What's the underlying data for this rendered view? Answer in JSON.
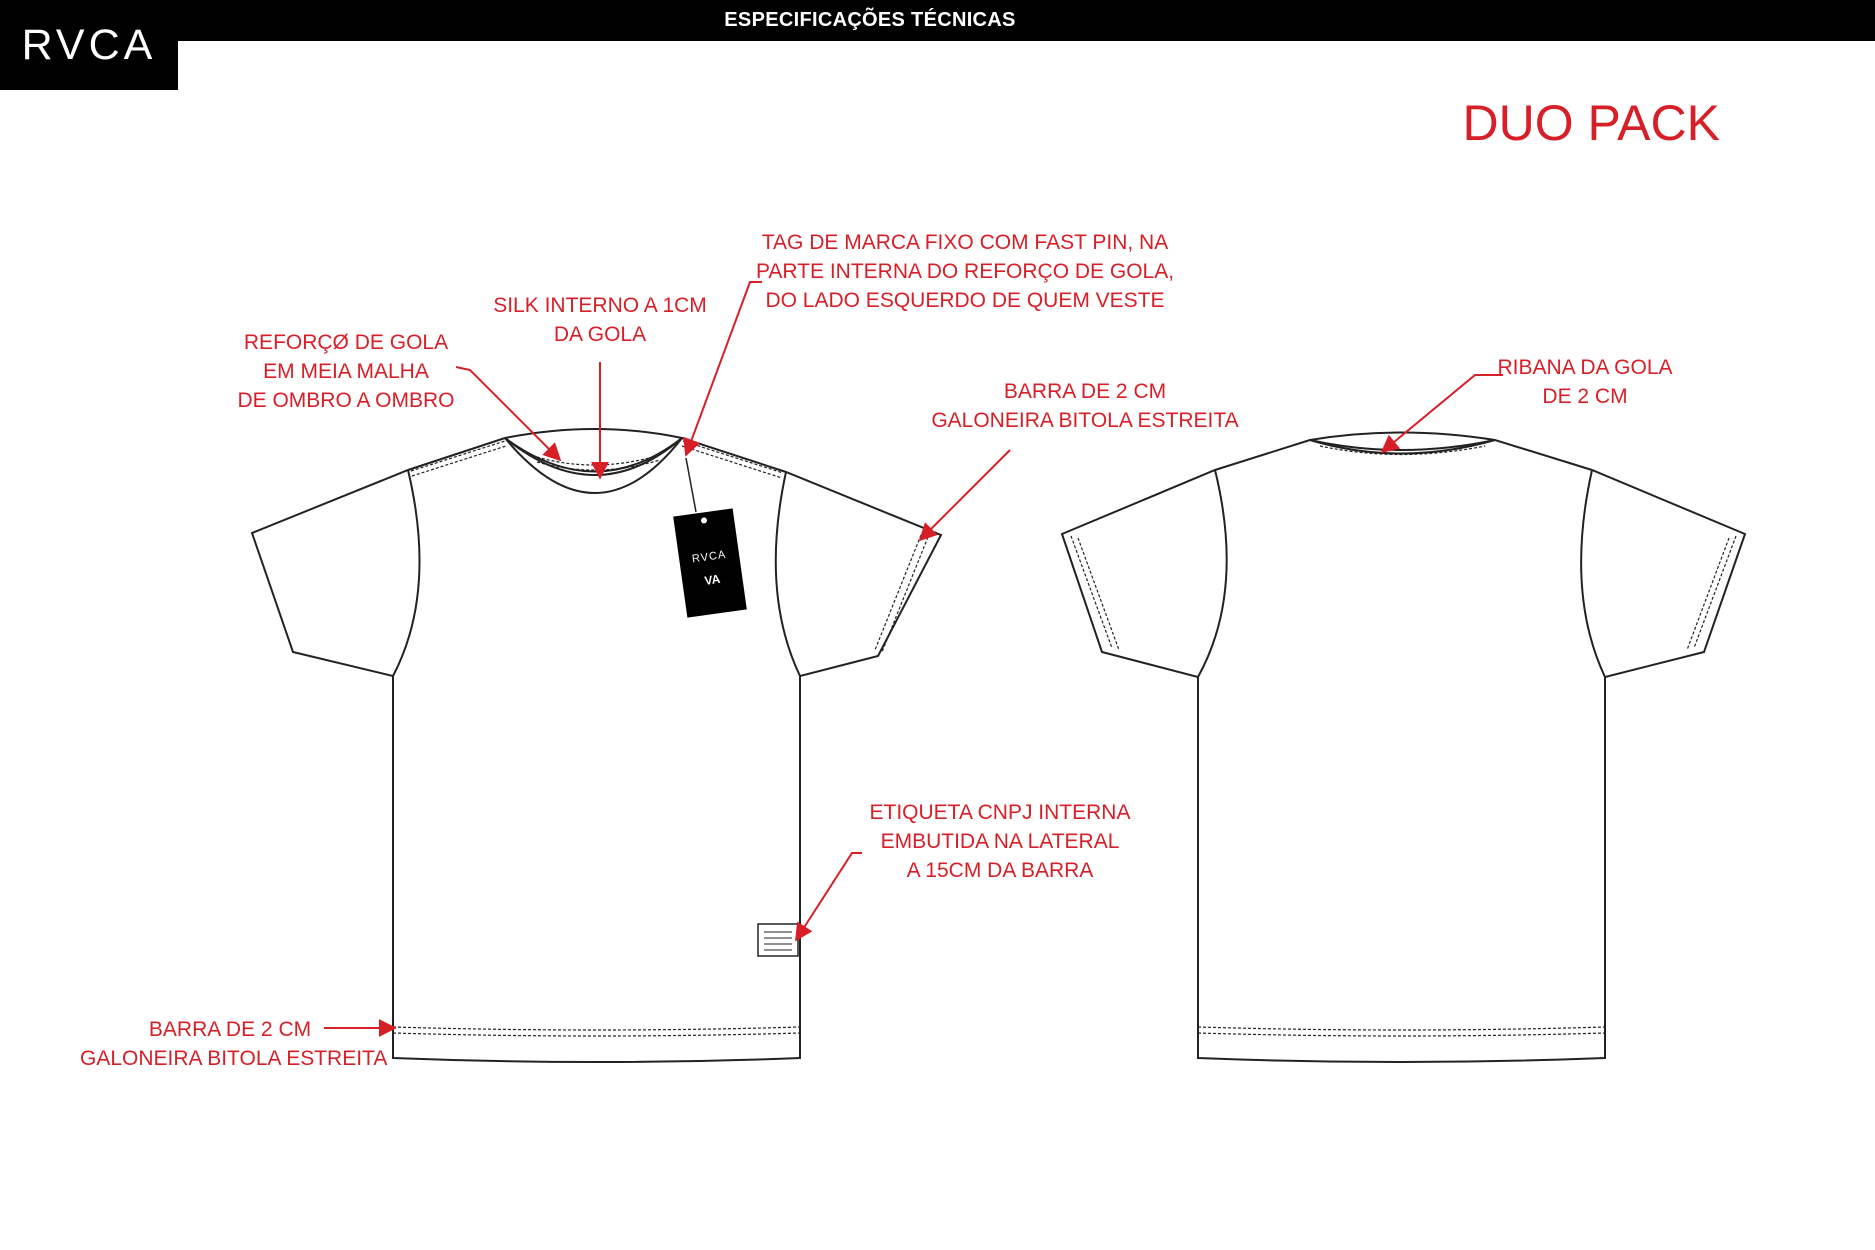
{
  "header": {
    "title": "ESPECIFICAÇÕES TÉCNICAS",
    "logo_text": "RVCA"
  },
  "headline": "DUO PACK",
  "hang_tag": {
    "brand_text": "RVCA",
    "mark_text": "VA"
  },
  "callouts": {
    "collar_reinforcement": [
      "REFORÇØ DE GOLA",
      "EM MEIA MALHA",
      "DE OMBRO A OMBRO"
    ],
    "inner_silk": [
      "SILK INTERNO A 1CM",
      "DA GOLA"
    ],
    "brand_tag": [
      "TAG DE MARCA FIXO COM FAST PIN, NA",
      "PARTE INTERNA DO REFORÇO DE GOLA,",
      "DO LADO ESQUERDO  DE QUEM VESTE"
    ],
    "sleeve_hem": [
      "BARRA DE 2 CM",
      "GALONEIRA BITOLA ESTREITA"
    ],
    "cnpj_label": [
      "ETIQUETA CNPJ INTERNA",
      "EMBUTIDA NA LATERAL",
      "A 15CM DA BARRA"
    ],
    "bottom_hem": [
      "BARRA DE 2 CM",
      "GALONEIRA BITOLA ESTREITA"
    ],
    "back_collar_rib": [
      "RIBANA DA GOLA",
      "DE 2 CM"
    ]
  },
  "colors": {
    "annotation": "#d71f28",
    "outline": "#222222",
    "bar": "#000000"
  }
}
